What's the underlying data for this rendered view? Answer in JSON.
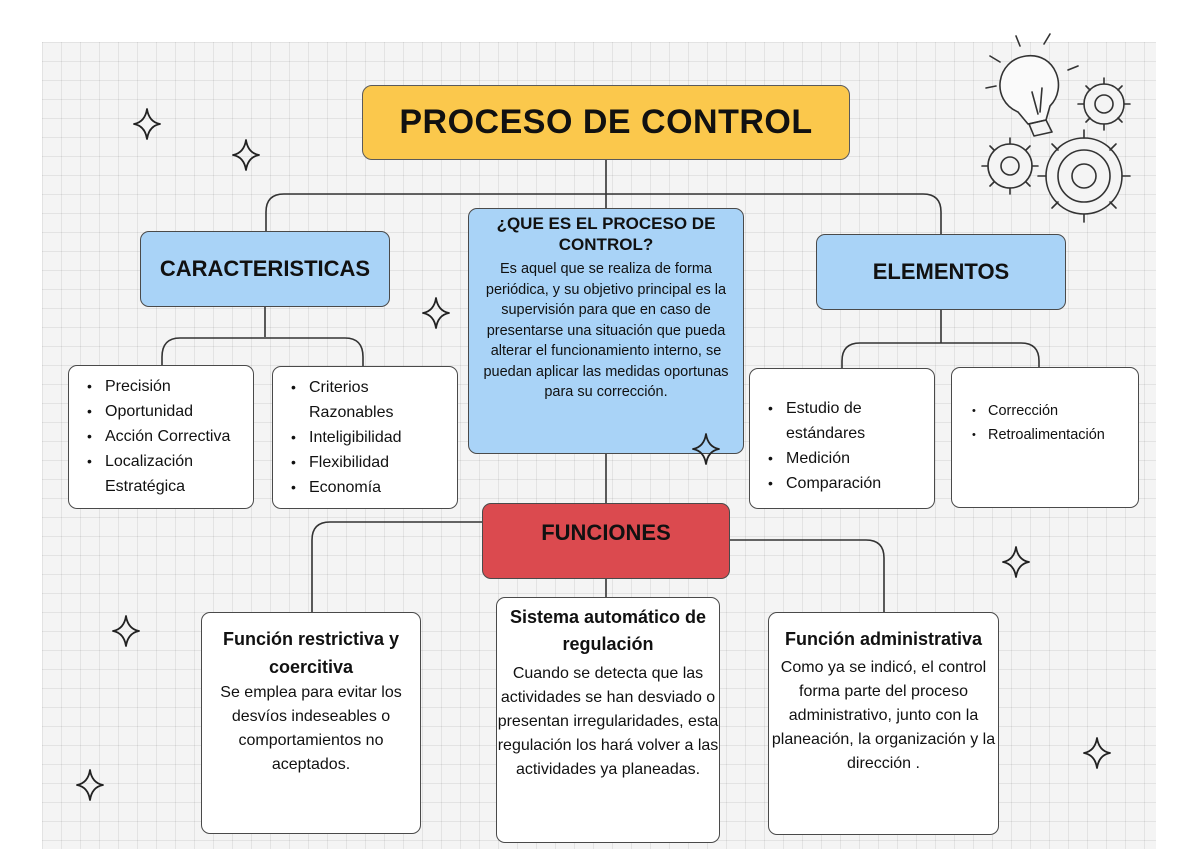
{
  "title": "PROCESO DE CONTROL",
  "caracteristicas": {
    "heading": "CARACTERISTICAS",
    "list_a": [
      "Precisión",
      "Oportunidad",
      "Acción Correctiva",
      "Localización Estratégica"
    ],
    "list_b": [
      "Criterios Razonables",
      "Inteligibilidad",
      "Flexibilidad",
      "Economía"
    ]
  },
  "que_es": {
    "heading": "¿QUE ES EL PROCESO DE CONTROL?",
    "body": "Es aquel que se realiza de forma periódica, y su objetivo principal es la supervisión para que en caso de presentarse una situación que pueda alterar el funcionamiento interno, se puedan aplicar las medidas oportunas para su corrección."
  },
  "elementos": {
    "heading": "ELEMENTOS",
    "list_a": [
      "Estudio de estándares",
      "Medición",
      "Comparación"
    ],
    "list_b": [
      "Corrección",
      "Retroalimentación"
    ]
  },
  "funciones": {
    "heading": "FUNCIONES",
    "cards": [
      {
        "title": "Función restrictiva y coercitiva",
        "body": "Se emplea para evitar los desvíos indeseables o comportamientos no aceptados."
      },
      {
        "title": "Sistema automático de regulación",
        "body": "Cuando se detecta que las actividades se han desviado o presentan irregularidades, esta regulación los hará volver a las actividades ya planeadas."
      },
      {
        "title": "Función administrativa",
        "body": "Como ya se indicó, el control forma parte del proceso administrativo, junto con la planeación, la organización y la dirección ."
      }
    ]
  },
  "colors": {
    "title_fill": "#fbc84c",
    "heading_blue": "#a9d3f7",
    "funciones_red": "#db4a4f",
    "card_white": "#ffffff"
  },
  "decorations": [
    "sparkle-icon",
    "lightbulb-icon",
    "gears-icon"
  ]
}
